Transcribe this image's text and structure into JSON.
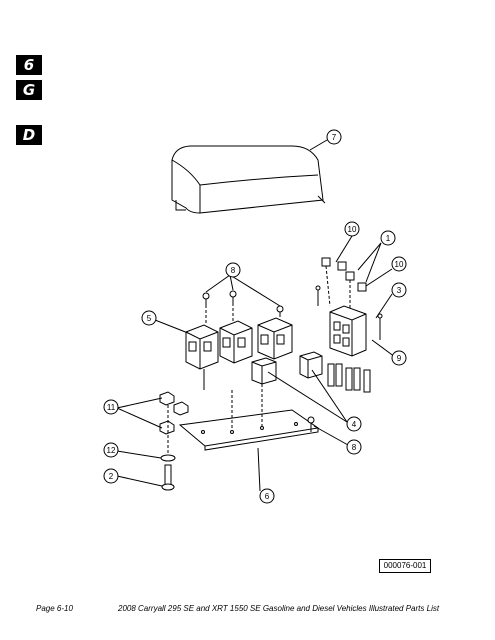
{
  "section_tabs": [
    "6",
    "G",
    "D"
  ],
  "callouts": [
    "7",
    "10",
    "1",
    "10",
    "3",
    "8",
    "5",
    "9",
    "4",
    "11",
    "8",
    "12",
    "2",
    "6"
  ],
  "figure_code": "000076-001",
  "footer": {
    "page": "Page 6-10",
    "title": "2008 Carryall 295 SE and XRT 1550 SE Gasoline and Diesel Vehicles Illustrated Parts List"
  }
}
